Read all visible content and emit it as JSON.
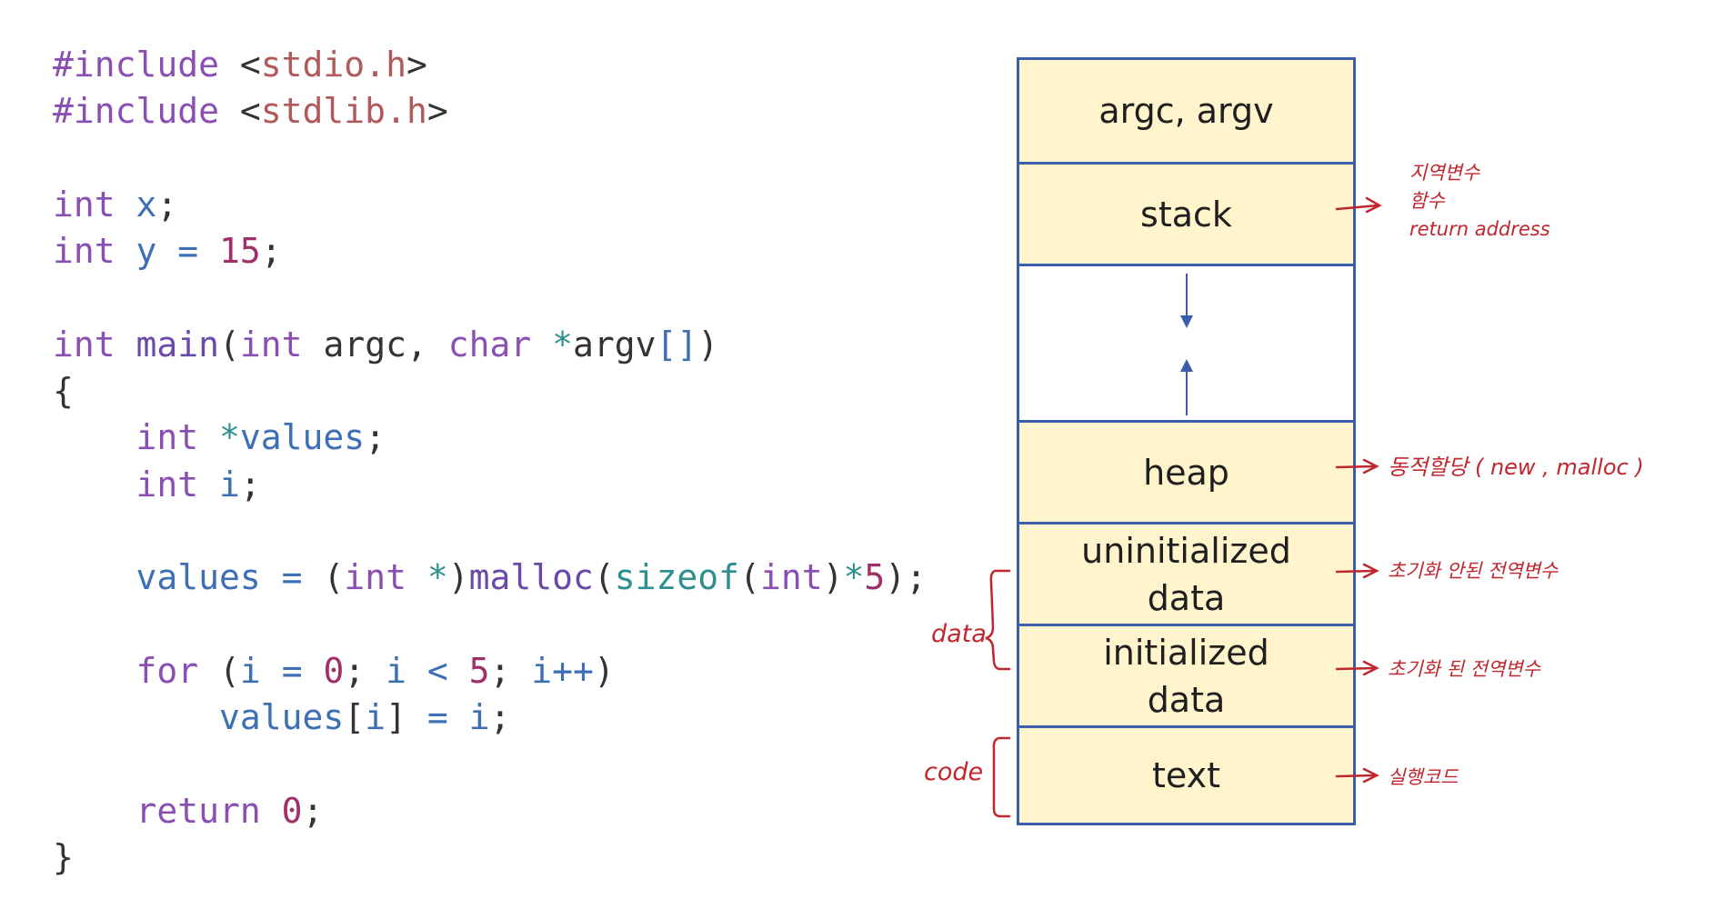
{
  "code": {
    "lines": [
      [
        {
          "t": "#include ",
          "c": "pp"
        },
        {
          "t": "<",
          "c": "p"
        },
        {
          "t": "stdio.h",
          "c": "str"
        },
        {
          "t": ">",
          "c": "p"
        }
      ],
      [
        {
          "t": "#include ",
          "c": "pp"
        },
        {
          "t": "<",
          "c": "p"
        },
        {
          "t": "stdlib.h",
          "c": "str"
        },
        {
          "t": ">",
          "c": "p"
        }
      ],
      [],
      [
        {
          "t": "int ",
          "c": "kw"
        },
        {
          "t": "x",
          "c": "id"
        },
        {
          "t": ";",
          "c": "p"
        }
      ],
      [
        {
          "t": "int ",
          "c": "kw"
        },
        {
          "t": "y ",
          "c": "id"
        },
        {
          "t": "= ",
          "c": "op"
        },
        {
          "t": "15",
          "c": "num"
        },
        {
          "t": ";",
          "c": "p"
        }
      ],
      [],
      [
        {
          "t": "int ",
          "c": "kw"
        },
        {
          "t": "main",
          "c": "fn"
        },
        {
          "t": "(",
          "c": "p"
        },
        {
          "t": "int ",
          "c": "kw"
        },
        {
          "t": "argc, ",
          "c": "p"
        },
        {
          "t": "char ",
          "c": "kw"
        },
        {
          "t": "*",
          "c": "sz"
        },
        {
          "t": "argv",
          "c": "p"
        },
        {
          "t": "[]",
          "c": "op"
        },
        {
          "t": ")",
          "c": "p"
        }
      ],
      [
        {
          "t": "{",
          "c": "p"
        }
      ],
      [
        {
          "t": "    int ",
          "c": "kw"
        },
        {
          "t": "*",
          "c": "sz"
        },
        {
          "t": "values",
          "c": "id"
        },
        {
          "t": ";",
          "c": "p"
        }
      ],
      [
        {
          "t": "    int ",
          "c": "kw"
        },
        {
          "t": "i",
          "c": "id"
        },
        {
          "t": ";",
          "c": "p"
        }
      ],
      [],
      [
        {
          "t": "    values ",
          "c": "id"
        },
        {
          "t": "= ",
          "c": "op"
        },
        {
          "t": "(",
          "c": "p"
        },
        {
          "t": "int ",
          "c": "kw"
        },
        {
          "t": "*",
          "c": "sz"
        },
        {
          "t": ")",
          "c": "p"
        },
        {
          "t": "malloc",
          "c": "fn"
        },
        {
          "t": "(",
          "c": "p"
        },
        {
          "t": "sizeof",
          "c": "sz"
        },
        {
          "t": "(",
          "c": "p"
        },
        {
          "t": "int",
          "c": "kw"
        },
        {
          "t": ")",
          "c": "p"
        },
        {
          "t": "*",
          "c": "sz"
        },
        {
          "t": "5",
          "c": "num"
        },
        {
          "t": ");",
          "c": "p"
        }
      ],
      [],
      [
        {
          "t": "    for ",
          "c": "kw"
        },
        {
          "t": "(",
          "c": "p"
        },
        {
          "t": "i ",
          "c": "id"
        },
        {
          "t": "= ",
          "c": "op"
        },
        {
          "t": "0",
          "c": "num"
        },
        {
          "t": "; ",
          "c": "p"
        },
        {
          "t": "i ",
          "c": "id"
        },
        {
          "t": "< ",
          "c": "op"
        },
        {
          "t": "5",
          "c": "num"
        },
        {
          "t": "; ",
          "c": "p"
        },
        {
          "t": "i++",
          "c": "id"
        },
        {
          "t": ")",
          "c": "p"
        }
      ],
      [
        {
          "t": "        values",
          "c": "id"
        },
        {
          "t": "[",
          "c": "p"
        },
        {
          "t": "i",
          "c": "id"
        },
        {
          "t": "] ",
          "c": "p"
        },
        {
          "t": "= ",
          "c": "op"
        },
        {
          "t": "i",
          "c": "id"
        },
        {
          "t": ";",
          "c": "p"
        }
      ],
      [],
      [
        {
          "t": "    return ",
          "c": "kw"
        },
        {
          "t": "0",
          "c": "num"
        },
        {
          "t": ";",
          "c": "p"
        }
      ],
      [
        {
          "t": "}",
          "c": "p"
        }
      ]
    ]
  },
  "memory": {
    "segments": {
      "args": "argc, argv",
      "stack": "stack",
      "heap": "heap",
      "bss": "uninitialized\ndata",
      "data": "initialized\ndata",
      "text": "text"
    }
  },
  "annotations": {
    "stack_note": "지역변수\n함수\nreturn address",
    "heap_note": "동적할당 ( new , malloc )",
    "bss_note": "초기화 안된 전역변수",
    "data_note": "초기화 된 전역변수",
    "text_note": "실행코드",
    "data_group_label": "data",
    "code_group_label": "code"
  },
  "colors": {
    "segment_fill": "#fff4cc",
    "segment_border": "#3a5dae",
    "annotation": "#c0262d"
  }
}
